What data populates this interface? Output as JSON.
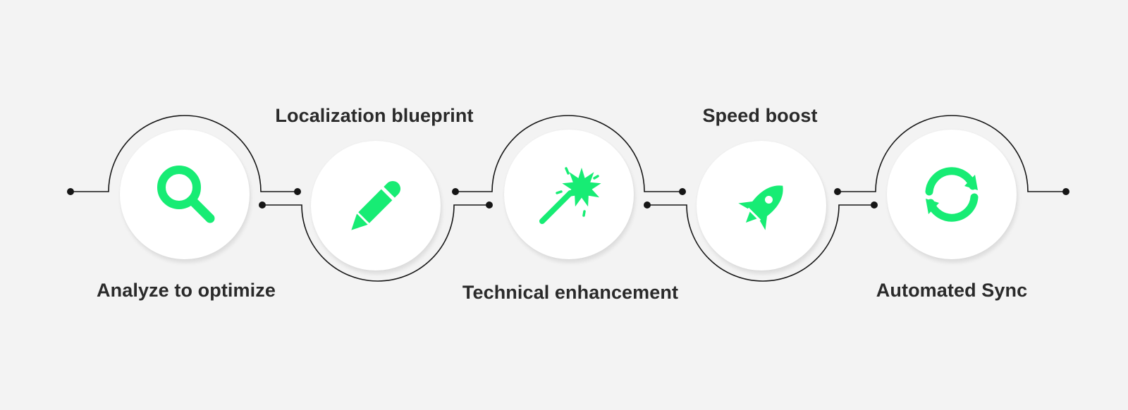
{
  "theme": {
    "accent": "#17ec74",
    "line": "#161616",
    "background": "#f3f3f3"
  },
  "steps": [
    {
      "label": "Analyze to optimize",
      "icon": "magnifier-icon",
      "label_position": "below"
    },
    {
      "label": "Localization blueprint",
      "icon": "pencil-icon",
      "label_position": "above"
    },
    {
      "label": "Technical enhancement",
      "icon": "magic-wand-icon",
      "label_position": "below"
    },
    {
      "label": "Speed boost",
      "icon": "rocket-icon",
      "label_position": "above"
    },
    {
      "label": "Automated Sync",
      "icon": "sync-arrows-icon",
      "label_position": "below"
    }
  ]
}
